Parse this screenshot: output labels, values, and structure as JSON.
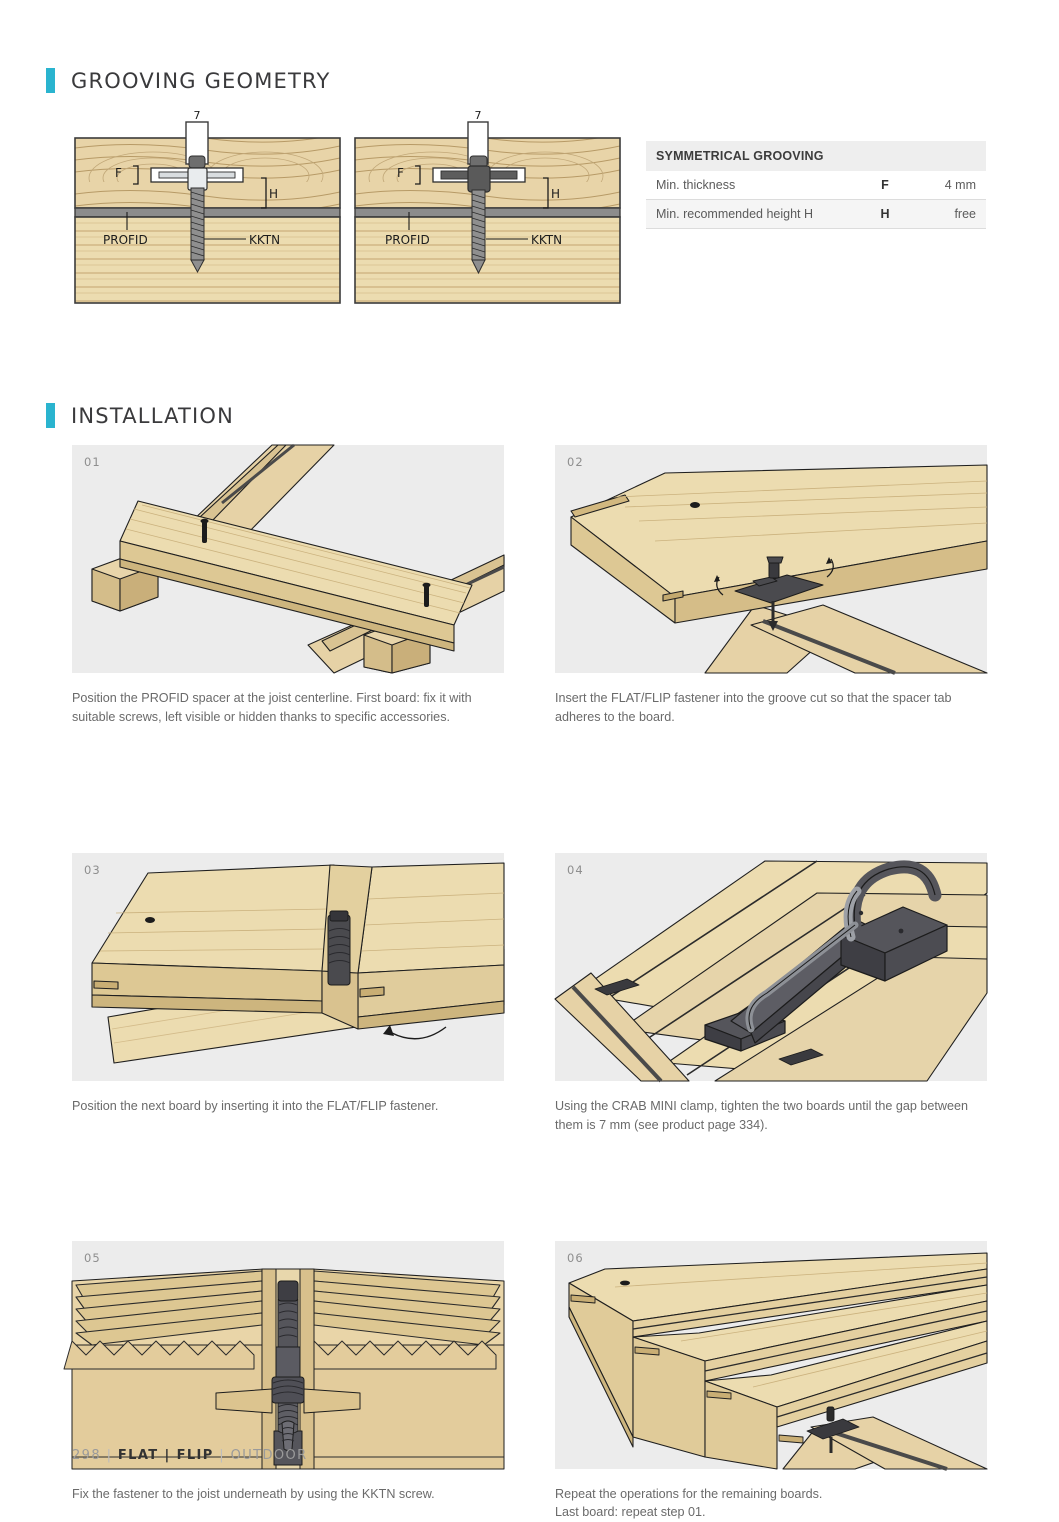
{
  "sections": {
    "grooving": {
      "title": "GROOVING GEOMETRY"
    },
    "installation": {
      "title": "INSTALLATION"
    }
  },
  "accent_color": "#2ab4cf",
  "grooving_table": {
    "header": "SYMMETRICAL GROOVING",
    "rows": [
      {
        "label": "Min. thickness",
        "symbol": "F",
        "value": "4 mm"
      },
      {
        "label": "Min. recommended height H",
        "symbol": "H",
        "value": "free"
      }
    ]
  },
  "grooving_figures": [
    {
      "id": "figure-left",
      "top_label": "7",
      "labels": {
        "f": "F",
        "h": "H",
        "profid": "PROFID",
        "kktn": "KKTN"
      },
      "fastener_style": "light"
    },
    {
      "id": "figure-right",
      "top_label": "7",
      "labels": {
        "f": "F",
        "h": "H",
        "profid": "PROFID",
        "kktn": "KKTN"
      },
      "fastener_style": "dark"
    }
  ],
  "steps": [
    {
      "number": "01",
      "caption": "Position the PROFID spacer at the joist centerline. First board: fix it with suitable screws, left visible or hidden thanks to specific accessories."
    },
    {
      "number": "02",
      "caption": "Insert the FLAT/FLIP fastener into the groove cut so that the spacer tab adheres to the board."
    },
    {
      "number": "03",
      "caption": "Position the next board by inserting it into the FLAT/FLIP fastener."
    },
    {
      "number": "04",
      "caption": "Using the CRAB MINI clamp, tighten the two boards until the gap between them is 7 mm (see product page 334)."
    },
    {
      "number": "05",
      "caption": "Fix the fastener to the joist underneath by using the KKTN screw."
    },
    {
      "number": "06",
      "caption": "Repeat the operations for the remaining boards.\nLast board: repeat step 01."
    }
  ],
  "footer": {
    "page_number": "298",
    "separator": "|",
    "product": "FLAT | FLIP",
    "category": "OUTDOOR"
  }
}
